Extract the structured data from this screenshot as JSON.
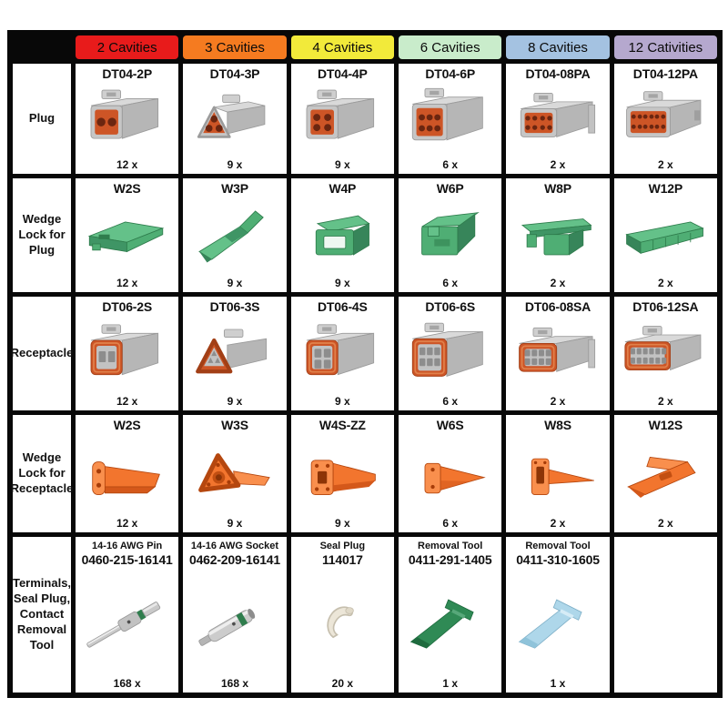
{
  "chart_data": {
    "type": "table",
    "columns": [
      {
        "label": "2 Cavities",
        "color": "#e81b1b"
      },
      {
        "label": "3 Cavities",
        "color": "#f57b20"
      },
      {
        "label": "4 Cavities",
        "color": "#f2ea3a"
      },
      {
        "label": "6 Cavities",
        "color": "#c9eccb"
      },
      {
        "label": "8 Cavities",
        "color": "#a4c2e1"
      },
      {
        "label": "12 Cativities",
        "color": "#b5a8ce"
      }
    ],
    "rows": [
      {
        "label": "Plug",
        "cells": [
          {
            "part": "DT04-2P",
            "qty": "12 x",
            "icon": "plug-2p"
          },
          {
            "part": "DT04-3P",
            "qty": "9 x",
            "icon": "plug-3p"
          },
          {
            "part": "DT04-4P",
            "qty": "9 x",
            "icon": "plug-4p"
          },
          {
            "part": "DT04-6P",
            "qty": "6 x",
            "icon": "plug-6p"
          },
          {
            "part": "DT04-08PA",
            "qty": "2 x",
            "icon": "plug-08pa"
          },
          {
            "part": "DT04-12PA",
            "qty": "2 x",
            "icon": "plug-12pa"
          }
        ]
      },
      {
        "label": "Wedge Lock for Plug",
        "cells": [
          {
            "part": "W2S",
            "qty": "12 x",
            "icon": "wedge-green-flat"
          },
          {
            "part": "W3P",
            "qty": "9 x",
            "icon": "wedge-green-arrow"
          },
          {
            "part": "W4P",
            "qty": "9 x",
            "icon": "wedge-green-block"
          },
          {
            "part": "W6P",
            "qty": "6 x",
            "icon": "wedge-green-step"
          },
          {
            "part": "W8P",
            "qty": "2 x",
            "icon": "wedge-green-tbar"
          },
          {
            "part": "W12P",
            "qty": "2 x",
            "icon": "wedge-green-long"
          }
        ]
      },
      {
        "label": "Receptacle",
        "cells": [
          {
            "part": "DT06-2S",
            "qty": "12 x",
            "icon": "recept-2s"
          },
          {
            "part": "DT06-3S",
            "qty": "9 x",
            "icon": "recept-3s"
          },
          {
            "part": "DT06-4S",
            "qty": "9 x",
            "icon": "recept-4s"
          },
          {
            "part": "DT06-6S",
            "qty": "6 x",
            "icon": "recept-6s"
          },
          {
            "part": "DT06-08SA",
            "qty": "2 x",
            "icon": "recept-08sa"
          },
          {
            "part": "DT06-12SA",
            "qty": "2 x",
            "icon": "recept-12sa"
          }
        ]
      },
      {
        "label": "Wedge Lock for Receptacle",
        "cells": [
          {
            "part": "W2S",
            "qty": "12 x",
            "icon": "wedge-orange-plate"
          },
          {
            "part": "W3S",
            "qty": "9 x",
            "icon": "wedge-orange-tri"
          },
          {
            "part": "W4S-ZZ",
            "qty": "9 x",
            "icon": "wedge-orange-block"
          },
          {
            "part": "W6S",
            "qty": "6 x",
            "icon": "wedge-orange-arrow"
          },
          {
            "part": "W8S",
            "qty": "2 x",
            "icon": "wedge-orange-spike"
          },
          {
            "part": "W12S",
            "qty": "2 x",
            "icon": "wedge-orange-wedge"
          }
        ]
      },
      {
        "label": "Terminals, Seal Plug, Contact Removal Tool",
        "cells": [
          {
            "name": "14-16 AWG Pin",
            "part": "0460-215-16141",
            "qty": "168 x",
            "icon": "terminal-pin"
          },
          {
            "name": "14-16 AWG Socket",
            "part": "0462-209-16141",
            "qty": "168 x",
            "icon": "terminal-socket"
          },
          {
            "name": "Seal Plug",
            "part": "114017",
            "qty": "20 x",
            "icon": "seal-plug"
          },
          {
            "name": "Removal Tool",
            "part": "0411-291-1405",
            "qty": "1 x",
            "icon": "removal-tool-green"
          },
          {
            "name": "Removal Tool",
            "part": "0411-310-1605",
            "qty": "1 x",
            "icon": "removal-tool-blue"
          },
          {
            "name": "",
            "part": "",
            "qty": "",
            "icon": "empty"
          }
        ]
      }
    ]
  }
}
